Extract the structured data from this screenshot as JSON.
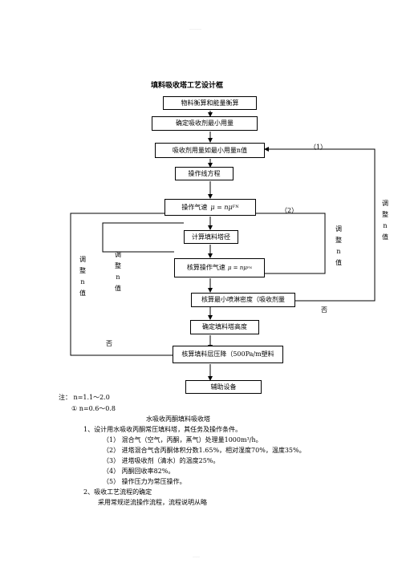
{
  "watermark": {
    "top": "—————",
    "bottom": "———"
  },
  "title": "填料吸收塔工艺设计框",
  "boxes": {
    "material_balance": "物料衡算和能量衡算",
    "min_absorbent": "确定吸收剂最小用量",
    "absorbent_amount": "吸收剂用量如最小用量n值",
    "operating_line": "操作线方程",
    "gas_velocity_prefix": "操作气速",
    "gas_velocity_formula": "μ = nμ",
    "gas_velocity_sub": "FN",
    "tower_diameter": "计算填料塔径",
    "check_velocity_prefix": "核算操作气速",
    "check_velocity_formula": "μ = nμ",
    "check_velocity_sub": "FN",
    "min_spray_density": "核算最小喷淋密度（吸收剂量",
    "packing_height": "确定填料塔高度",
    "pressure_drop": "核算填料层压降（500Pa/m塑料",
    "auxiliary": "辅助设备"
  },
  "loop_labels": {
    "loop1": "（1）",
    "loop2": "（2）",
    "adjust_right_outer": [
      "调",
      "整",
      "n",
      "值"
    ],
    "adjust_right_inner": [
      "调",
      "整",
      "n",
      "值"
    ],
    "adjust_left_outer": [
      "调",
      "整",
      "n",
      "值"
    ],
    "adjust_left_inner": [
      "调",
      "整",
      "n",
      "值"
    ],
    "no_right": "否",
    "no_left": "否"
  },
  "notes": {
    "line1": "注：  n=1.1～2.0",
    "line2": "①    n=0.6～0.8"
  },
  "body": {
    "heading": "水吸收丙酮填料吸收塔",
    "section1": "1、设计用水吸收丙酮常压填料塔，其任务及操作条件。",
    "items": [
      "（1）  混合气（空气，丙酮，蒸气）处理量1000m³/h。",
      "（2）  进塔混合气含丙酮体积分数1.65%，相对湿度70%，温度35%。",
      "（3）  进塔吸收剂（清水）的温度25%。",
      "（4）  丙酮回收率82%。",
      "（5）  操作压力为常压操作。"
    ],
    "section2": "2、吸收工艺流程的确定",
    "section2_text": "采用常规逆流操作流程，流程说明从略"
  }
}
